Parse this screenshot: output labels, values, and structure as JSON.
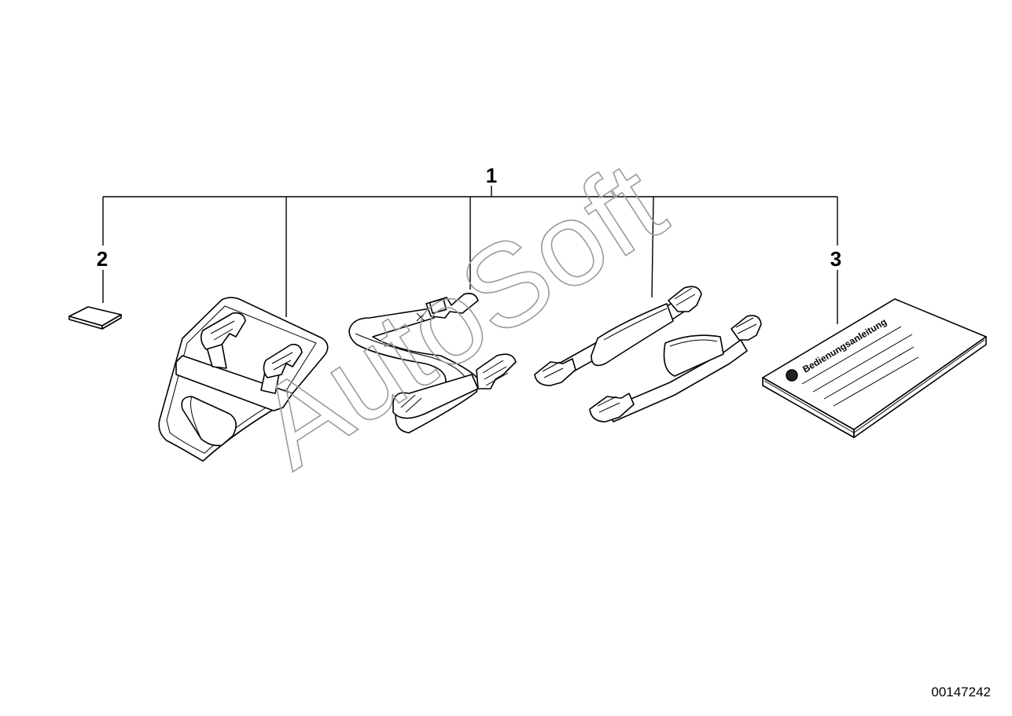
{
  "callouts": {
    "main": "1",
    "left": "2",
    "right": "3"
  },
  "booklet_title": "Bedienungsanleitung",
  "watermark": "AutoSoft",
  "document_number": "00147242"
}
